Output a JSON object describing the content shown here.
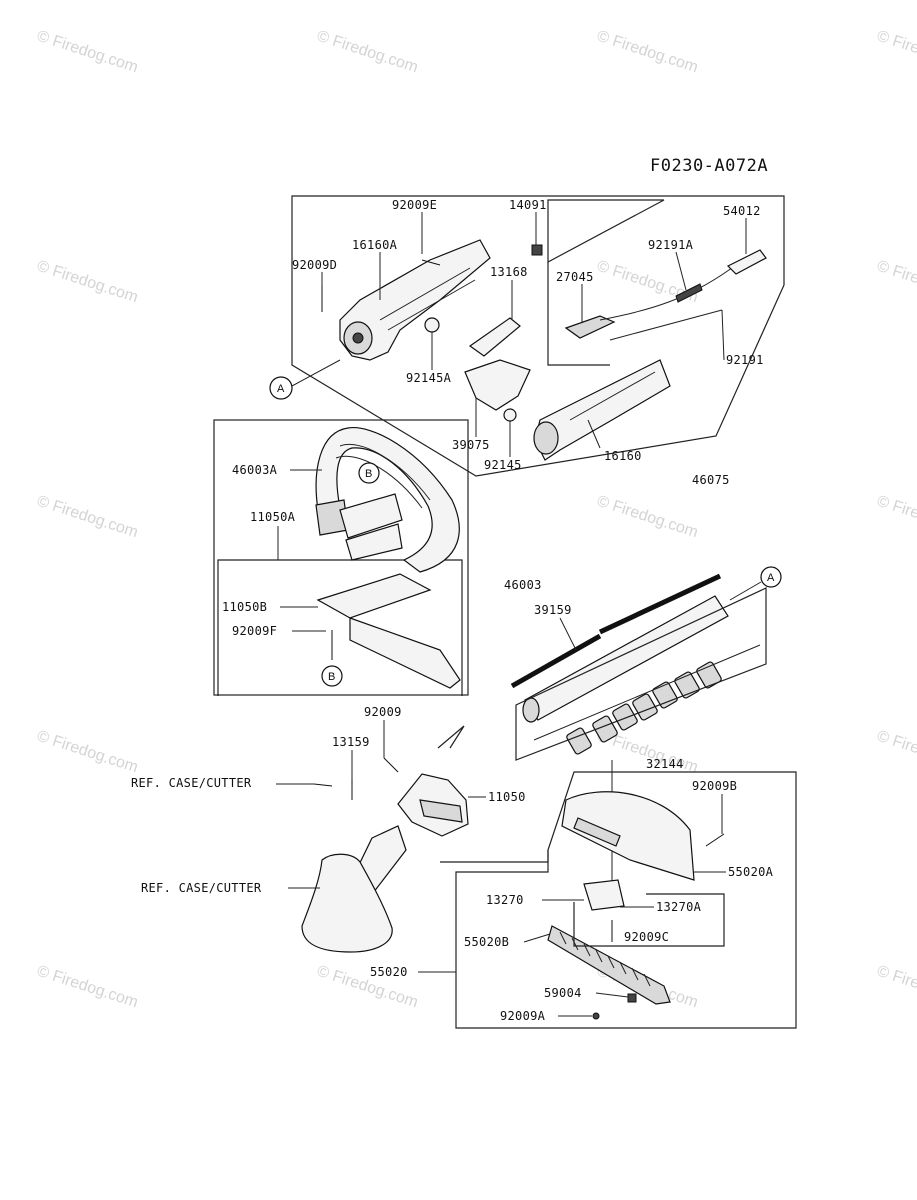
{
  "diagram_code": "F0230-A072A",
  "watermark_text": "© Firedog.com",
  "callouts": {
    "a": "A",
    "b": "B"
  },
  "labels": {
    "p92009E": "92009E",
    "p14091": "14091",
    "p54012": "54012",
    "p16160A": "16160A",
    "p92191A": "92191A",
    "p92009D": "92009D",
    "p13168": "13168",
    "p27045": "27045",
    "p92191": "92191",
    "p92145A": "92145A",
    "p39075": "39075",
    "p92145": "92145",
    "p16160": "16160",
    "p46075": "46075",
    "p46003A": "46003A",
    "p11050A": "11050A",
    "p11050B": "11050B",
    "p92009F": "92009F",
    "p46003": "46003",
    "p39159": "39159",
    "p32144": "32144",
    "p92009": "92009",
    "p13159": "13159",
    "ref_case_cutter_1": "REF. CASE/CUTTER",
    "p11050": "11050",
    "ref_case_cutter_2": "REF. CASE/CUTTER",
    "p92009B": "92009B",
    "p55020A": "55020A",
    "p13270": "13270",
    "p13270A": "13270A",
    "p55020B": "55020B",
    "p92009C": "92009C",
    "p55020": "55020",
    "p59004": "59004",
    "p92009A": "92009A"
  }
}
